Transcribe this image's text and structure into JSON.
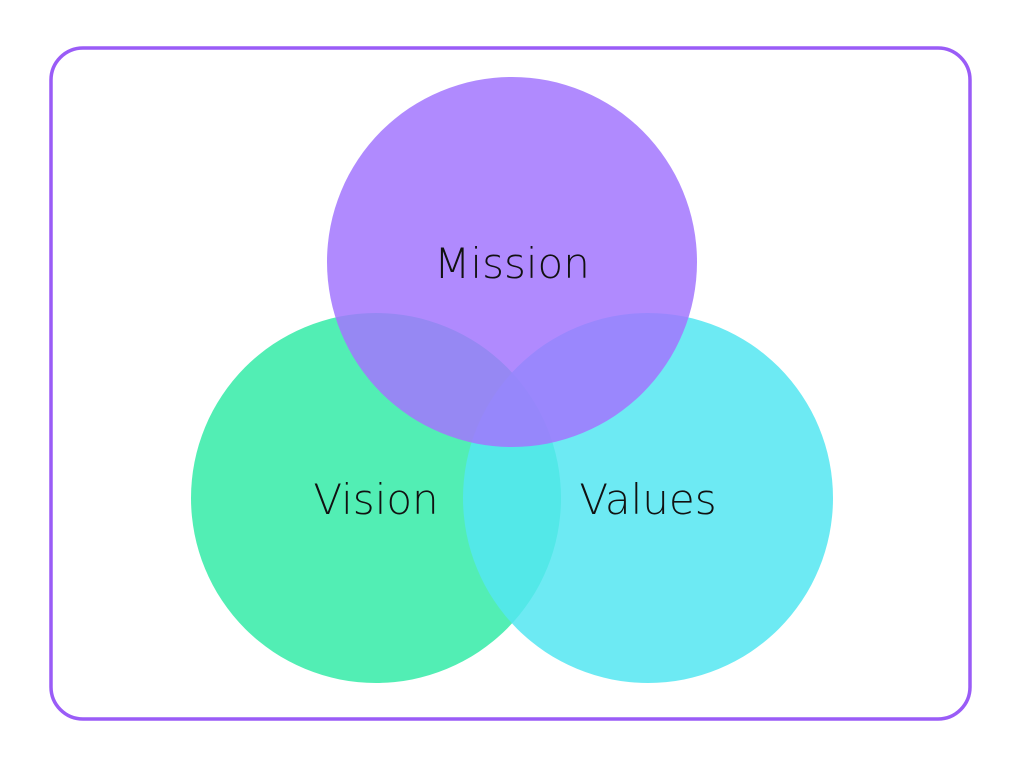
{
  "diagram": {
    "type": "venn",
    "frame_color": "#9a5cf7",
    "sets": [
      {
        "id": "mission",
        "label": "Mission",
        "color": "#a275fe"
      },
      {
        "id": "vision",
        "label": "Vision",
        "color": "#34eba7"
      },
      {
        "id": "values",
        "label": "Values",
        "color": "#53e6f1"
      }
    ]
  }
}
